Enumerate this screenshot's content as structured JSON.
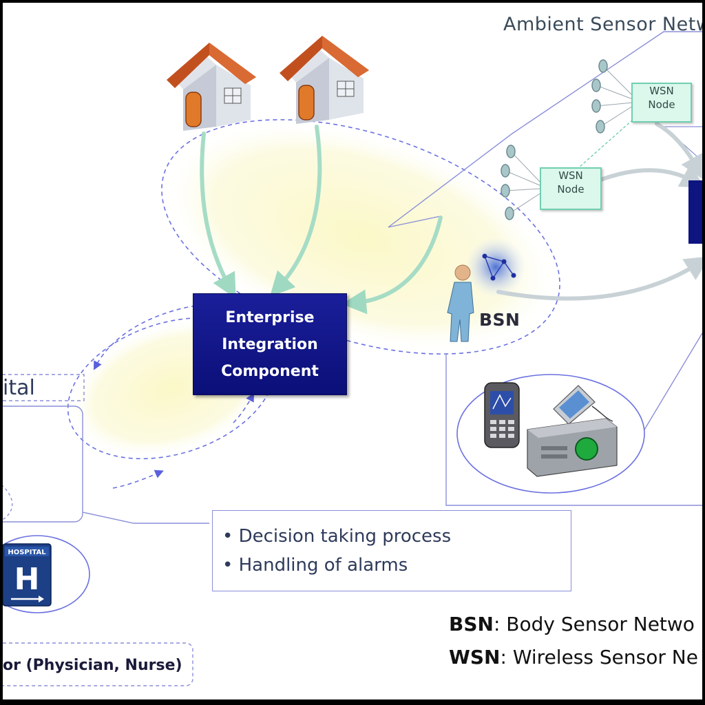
{
  "ambient_network": {
    "title": "Ambient Sensor Netw"
  },
  "wsn_nodes": [
    {
      "line1": "WSN",
      "line2": "Node"
    },
    {
      "line1": "WSN",
      "line2": "Node"
    }
  ],
  "eic": {
    "line1": "Enterprise",
    "line2": "Integration",
    "line3": "Component"
  },
  "bsn": {
    "label": "BSN"
  },
  "hospital": {
    "label": "ital",
    "sign_text": "HOSPITAL",
    "sign_letter": "H"
  },
  "bullets": [
    "• Decision taking process",
    "• Handling of alarms"
  ],
  "legend": {
    "bsn_abbr": "BSN",
    "bsn_text": ": Body Sensor Netwo",
    "wsn_abbr": "WSN",
    "wsn_text": ": Wireless Sensor Ne"
  },
  "actor": {
    "label": "or (Physician, Nurse)"
  },
  "colors": {
    "eic_fill": "#0e1480",
    "arrow_green": "#a6dcc6",
    "dashed_blue": "#6a70e0",
    "wsn_fill": "#dcf7ec",
    "ellipse_fill": "#fbfad6"
  }
}
